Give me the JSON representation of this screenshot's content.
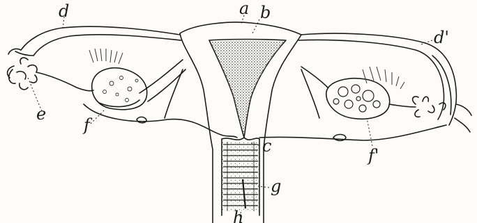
{
  "figure": {
    "labels": {
      "a": "a",
      "b": "b",
      "c": "c",
      "d": "d",
      "d_prime": "d'",
      "e": "e",
      "f": "f",
      "f_prime": "f'",
      "g": "g",
      "h": "h"
    },
    "ink_color": "#1c1c1c",
    "paper_color": "#fdfcf9",
    "stipple_color": "#555555"
  }
}
